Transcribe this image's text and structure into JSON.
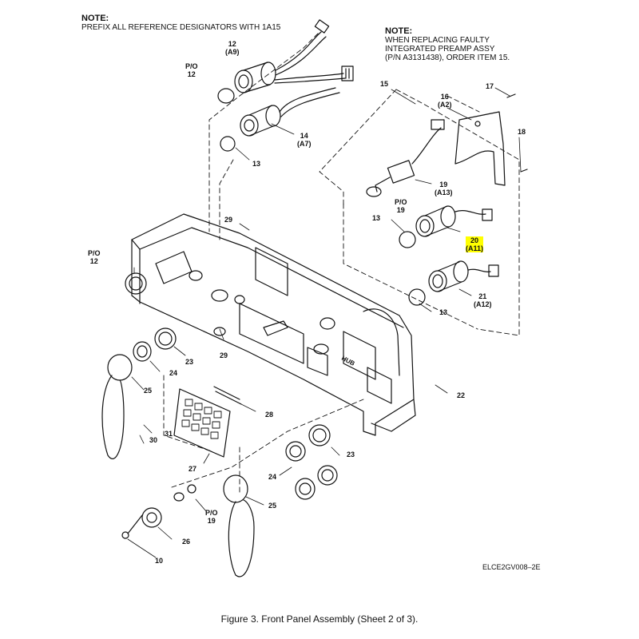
{
  "notes": {
    "left": {
      "heading": "NOTE:",
      "lines": [
        "PREFIX ALL REFERENCE DESIGNATORS WITH 1A15"
      ]
    },
    "right": {
      "heading": "NOTE:",
      "lines": [
        "WHEN REPLACING FAULTY",
        "INTEGRATED PREAMP ASSY",
        "(P/N A3131438), ORDER ITEM 15."
      ]
    }
  },
  "callouts": [
    {
      "id": "c12a9",
      "text": "12\n(A9)"
    },
    {
      "id": "cpo12top",
      "text": "P/O\n12"
    },
    {
      "id": "c14a7",
      "text": "14\n(A7)"
    },
    {
      "id": "c13top",
      "text": "13"
    },
    {
      "id": "c29top",
      "text": "29"
    },
    {
      "id": "cpo12left",
      "text": "P/O\n12"
    },
    {
      "id": "c15",
      "text": "15"
    },
    {
      "id": "c17",
      "text": "17"
    },
    {
      "id": "c16a2",
      "text": "16\n(A2)"
    },
    {
      "id": "c18",
      "text": "18"
    },
    {
      "id": "c19a13",
      "text": "19\n(A13)"
    },
    {
      "id": "cpo19mid",
      "text": "P/O\n19"
    },
    {
      "id": "c13mid",
      "text": "13"
    },
    {
      "id": "c20a11",
      "text": "20\n(A11)",
      "highlight": true
    },
    {
      "id": "c21a12",
      "text": "21\n(A12)"
    },
    {
      "id": "c13low",
      "text": "13"
    },
    {
      "id": "c23left",
      "text": "23"
    },
    {
      "id": "c29low",
      "text": "29"
    },
    {
      "id": "c24left",
      "text": "24"
    },
    {
      "id": "c25left",
      "text": "25"
    },
    {
      "id": "c22",
      "text": "22"
    },
    {
      "id": "c28",
      "text": "28"
    },
    {
      "id": "c31",
      "text": "31"
    },
    {
      "id": "c30",
      "text": "30"
    },
    {
      "id": "c27",
      "text": "27"
    },
    {
      "id": "c23right",
      "text": "23"
    },
    {
      "id": "c24right",
      "text": "24"
    },
    {
      "id": "c25right",
      "text": "25"
    },
    {
      "id": "cpo19low",
      "text": "P/O\n19"
    },
    {
      "id": "c26",
      "text": "26"
    },
    {
      "id": "c10",
      "text": "10"
    }
  ],
  "panel_labels": {
    "hub": "HUB"
  },
  "figure_code": "ELCE2GV008–2E",
  "caption": "Figure 3. Front Panel Assembly (Sheet 2 of 3).",
  "colors": {
    "ink": "#111111",
    "highlight": "#ffff00",
    "background": "#ffffff"
  }
}
